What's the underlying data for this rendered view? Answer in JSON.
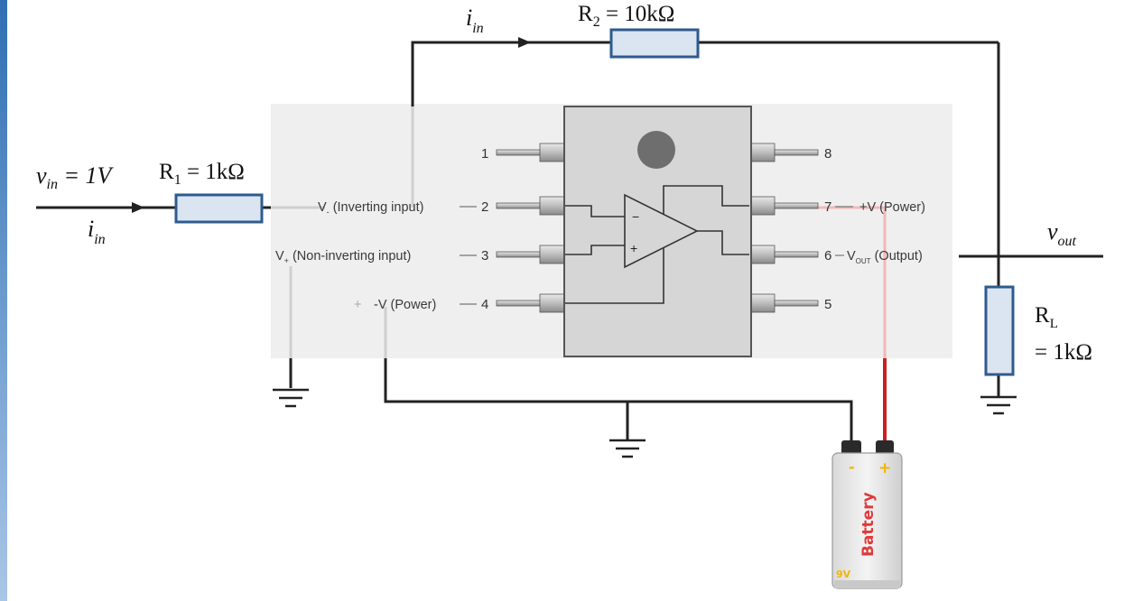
{
  "labels": {
    "r2_name": "R",
    "r2_sub": "2",
    "r2_value": " = 10kΩ",
    "iin_top_main": "i",
    "iin_top_sub": "in",
    "vin_main": "v",
    "vin_sub": "in",
    "vin_value": " = 1V",
    "r1_name": "R",
    "r1_sub": "1",
    "r1_value": " = 1kΩ",
    "iin_left_main": "i",
    "iin_left_sub": "in",
    "vout_main": "v",
    "vout_sub": "out",
    "rl_name": "R",
    "rl_sub": "L",
    "rl_value": "= 1kΩ"
  },
  "chip": {
    "pins": [
      "1",
      "2",
      "3",
      "4",
      "8",
      "7",
      "6",
      "5"
    ],
    "pin2_label_pre": "V",
    "pin2_label_sub": "-",
    "pin2_label_post": " (Inverting input)",
    "pin3_label_pre": "V",
    "pin3_label_sub": "+",
    "pin3_label_post": " (Non-inverting input)",
    "pin4_plus": "+",
    "pin4_label": "-V (Power)",
    "pin7_label": "+V (Power)",
    "pin6_label_pre": "V",
    "pin6_label_sub": "OUT",
    "pin6_label_post": " (Output)",
    "amp_minus": "−",
    "amp_plus": "+"
  },
  "battery": {
    "label": "Battery",
    "minus": "-",
    "plus": "+",
    "voltage": "9V"
  },
  "colors": {
    "wire": "#222222",
    "resistor_fill": "#dbe5f1",
    "resistor_stroke": "#2e5b8e",
    "red_wire": "#cc1f1f",
    "battery_red": "#e03a3a",
    "battery_yellow": "#f2b500",
    "side_bar": "#5b8fc7"
  }
}
